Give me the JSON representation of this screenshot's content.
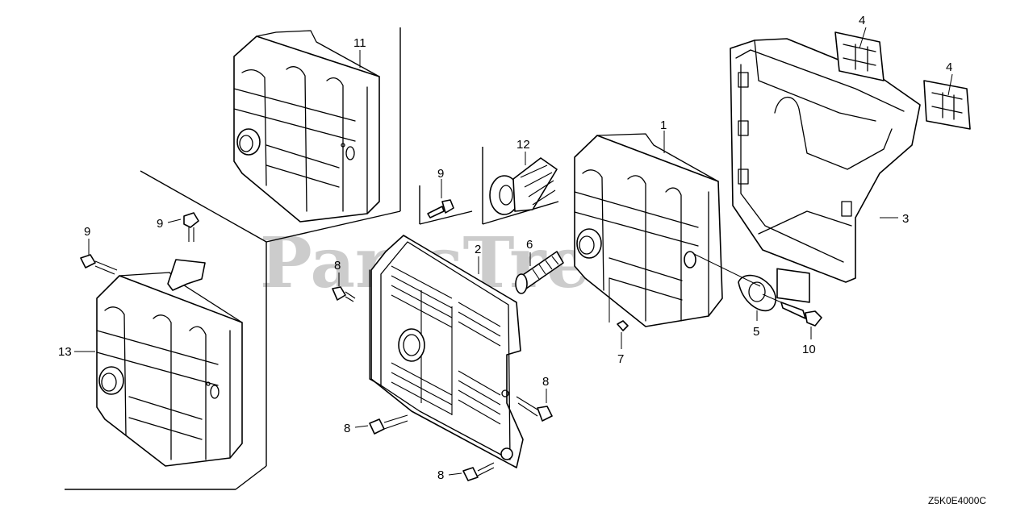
{
  "watermark": "PartsTree",
  "diagram_code": "Z5K0E4000C",
  "callouts": {
    "c1": "1",
    "c2": "2",
    "c3": "3",
    "c4a": "4",
    "c4b": "4",
    "c5": "5",
    "c6": "6",
    "c7": "7",
    "c8a": "8",
    "c8b": "8",
    "c8c": "8",
    "c8d": "8",
    "c9a": "9",
    "c9b": "9",
    "c9c": "9",
    "c10": "10",
    "c11": "11",
    "c12": "12",
    "c13": "13"
  },
  "colors": {
    "line": "#000000",
    "watermark": "#9a9a9a",
    "background": "#ffffff"
  }
}
